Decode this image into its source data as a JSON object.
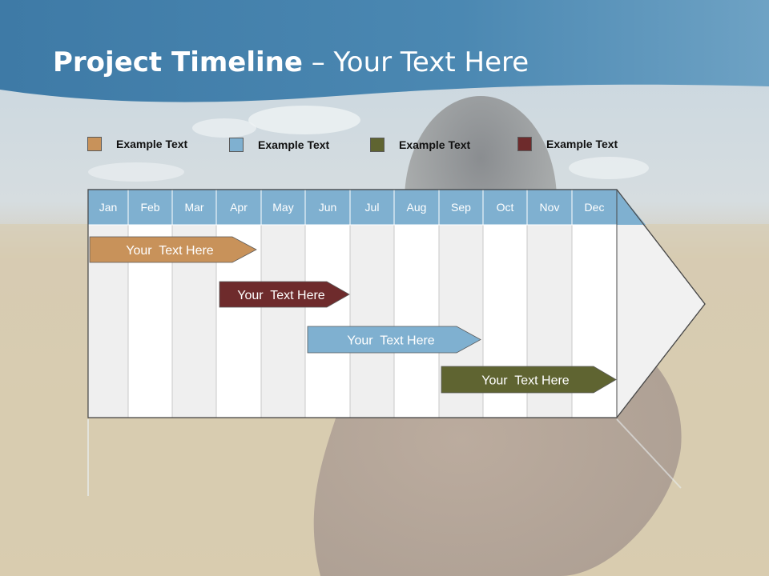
{
  "title": {
    "bold": "Project Timeline",
    "rest": " – Your Text Here"
  },
  "legend": [
    {
      "label": "Example Text",
      "color": "#c8925a"
    },
    {
      "label": "Example Text",
      "color": "#7fb0d0"
    },
    {
      "label": "Example Text",
      "color": "#5f6431"
    },
    {
      "label": "Example Text",
      "color": "#6e2b2c"
    }
  ],
  "months": [
    "Jan",
    "Feb",
    "Mar",
    "Apr",
    "May",
    "Jun",
    "Jul",
    "Aug",
    "Sep",
    "Oct",
    "Nov",
    "Dec"
  ],
  "tasks": [
    {
      "label": "Your  Text Here",
      "color": "#c8925a",
      "start_month": "Jan",
      "end_month": "Apr"
    },
    {
      "label": "Your  Text Here",
      "color": "#6e2b2c",
      "start_month": "Apr",
      "end_month": "Jun"
    },
    {
      "label": "Your  Text Here",
      "color": "#7fb0d0",
      "start_month": "Jun",
      "end_month": "Sep"
    },
    {
      "label": "Your  Text Here",
      "color": "#5f6431",
      "start_month": "Sep",
      "end_month": "Dec"
    }
  ],
  "colors": {
    "header": "#7fb0d0",
    "sky": "#4a86b2"
  }
}
